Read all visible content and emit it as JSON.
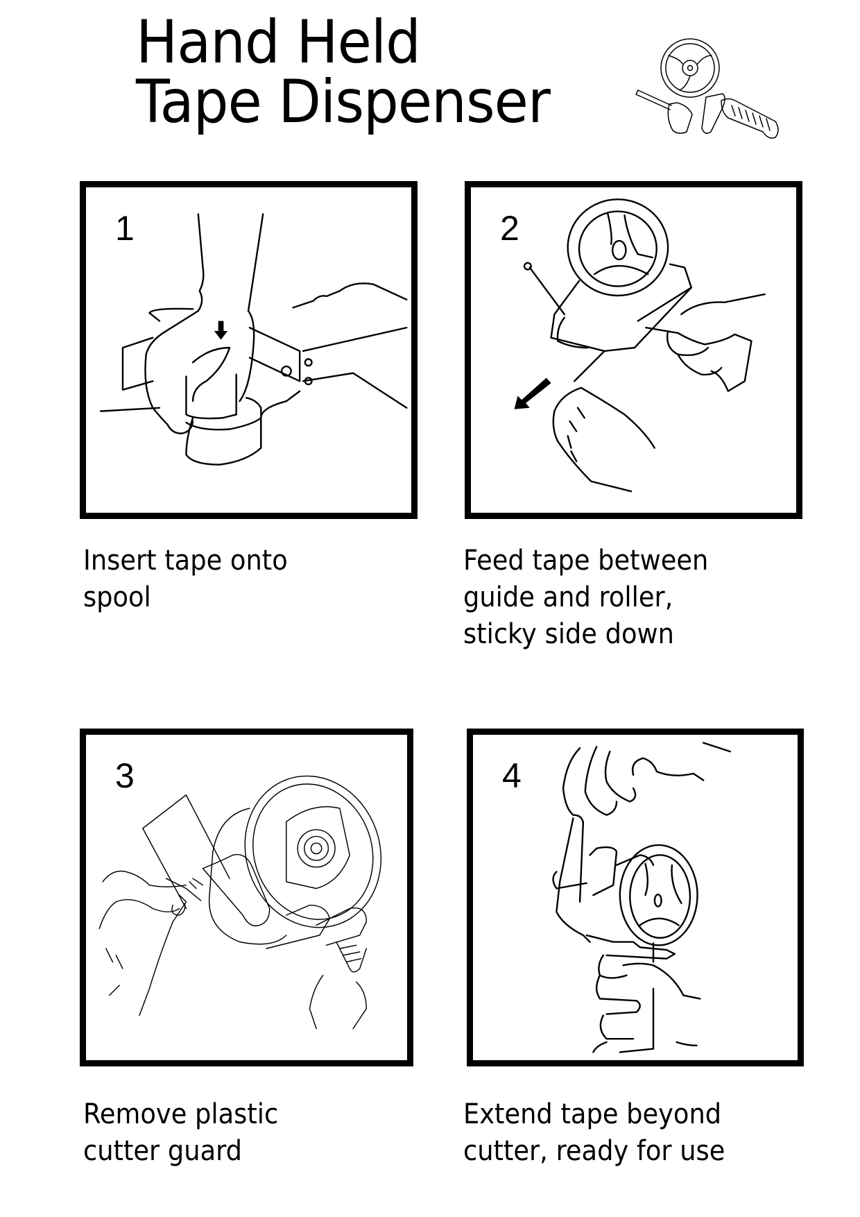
{
  "header": {
    "title_line1": "Hand Held",
    "title_line2": "Tape Dispenser",
    "icon": "tape-dispenser-icon"
  },
  "steps": [
    {
      "number": "1",
      "caption_line1": "Insert tape onto",
      "caption_line2": "spool",
      "illustration": "hand-pressing-tape-onto-spool-illustration"
    },
    {
      "number": "2",
      "caption_line1": "Feed tape between",
      "caption_line2": "guide and roller,",
      "caption_line3": "sticky side down",
      "illustration": "hand-feeding-tape-through-roller-illustration"
    },
    {
      "number": "3",
      "caption_line1": "Remove plastic",
      "caption_line2": "cutter guard",
      "illustration": "hand-removing-cutter-guard-illustration"
    },
    {
      "number": "4",
      "caption_line1": "Extend tape beyond",
      "caption_line2": "cutter, ready for use",
      "illustration": "hand-extending-tape-illustration"
    }
  ]
}
